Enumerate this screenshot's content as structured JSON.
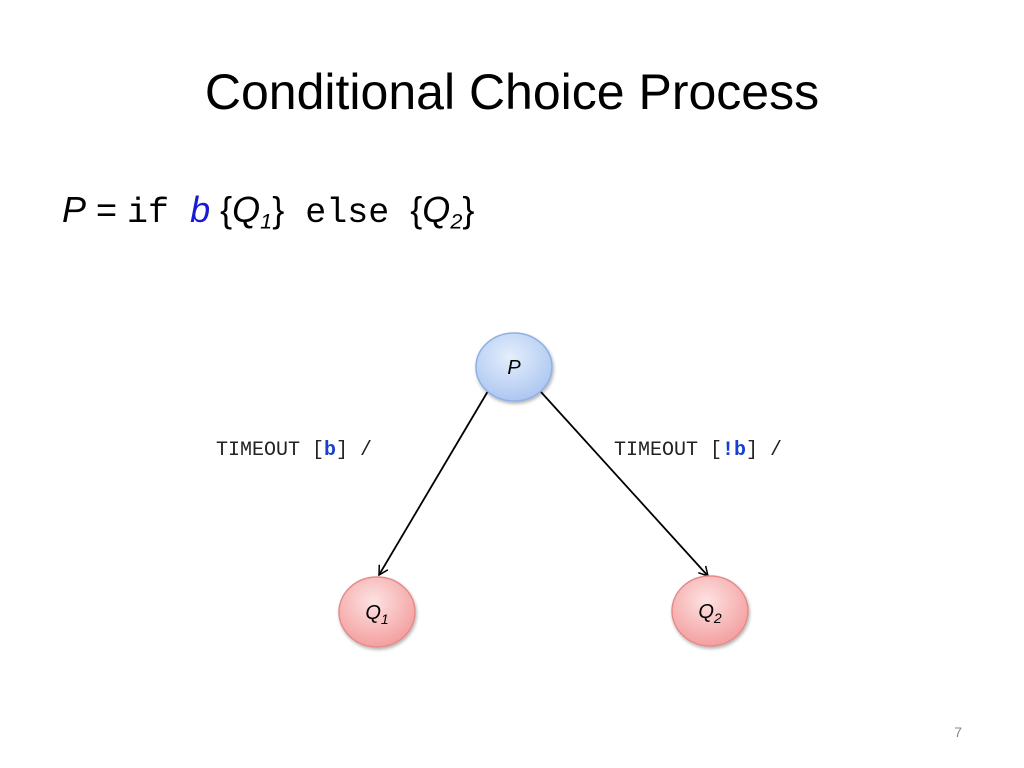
{
  "slide": {
    "title": "Conditional Choice Process",
    "page_number": "7"
  },
  "formula": {
    "lhs": "P",
    "equals": " = ",
    "kw_if": "if",
    "cond": "b",
    "open1": "{",
    "q1_base": "Q",
    "q1_sub": "1",
    "close1": "}",
    "kw_else": "else",
    "open2": "{",
    "q2_base": "Q",
    "q2_sub": "2",
    "close2": "}"
  },
  "diagram": {
    "nodes": {
      "p": {
        "label": "P",
        "color": "#b8d0f5"
      },
      "q1": {
        "base": "Q",
        "sub": "1",
        "color": "#f5a9a9"
      },
      "q2": {
        "base": "Q",
        "sub": "2",
        "color": "#f5a9a9"
      }
    },
    "edges": {
      "left": {
        "prefix": "TIMEOUT [",
        "guard": "b",
        "suffix": "] /"
      },
      "right": {
        "prefix": "TIMEOUT [",
        "guard": "!b",
        "suffix": "] /"
      }
    },
    "guard_color": "#1a3fd0"
  }
}
